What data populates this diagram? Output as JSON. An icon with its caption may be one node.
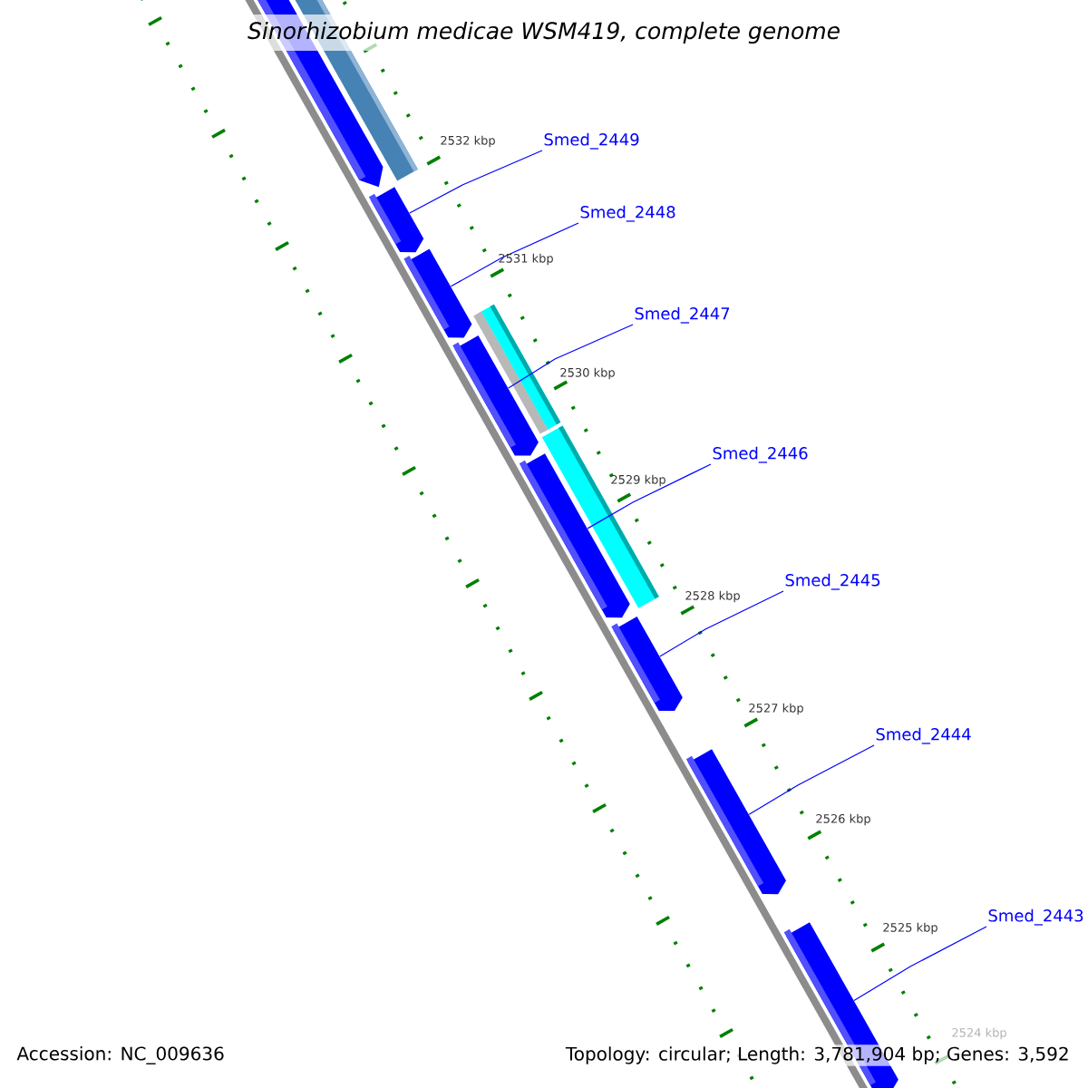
{
  "diagram": {
    "title": "Sinorhizobium medicae WSM419, complete genome",
    "nodes": [
      {
        "text": [
          "Smed_2449"
        ]
      },
      {
        "text": [
          "Smed_2448"
        ]
      },
      {
        "text": [
          "Smed_2447"
        ]
      },
      {
        "text": [
          "Smed_2446"
        ]
      },
      {
        "text": [
          "Smed_2445"
        ]
      },
      {
        "text": [
          "Smed_2444"
        ]
      },
      {
        "text": [
          "Smed_2443"
        ]
      },
      {
        "text": [],
        "shape": "arrow"
      },
      {
        "text": [],
        "shape": "arrow"
      },
      {
        "text": [],
        "shape": "arrow"
      },
      {
        "text": [],
        "shape": "arrow"
      },
      {
        "text": [],
        "shape": "arrow"
      },
      {
        "text": [],
        "shape": "arrow"
      },
      {
        "text": [],
        "shape": "arrow"
      }
    ],
    "edges": [
      {
        "from": 0,
        "to": 7,
        "arrow": "none"
      },
      {
        "from": 1,
        "to": 8,
        "arrow": "none"
      },
      {
        "from": 2,
        "to": 9,
        "arrow": "none"
      },
      {
        "from": 3,
        "to": 10,
        "arrow": "none"
      },
      {
        "from": 4,
        "to": 11,
        "arrow": "none"
      },
      {
        "from": 5,
        "to": 12,
        "arrow": "none"
      },
      {
        "from": 6,
        "to": 13,
        "arrow": "none"
      }
    ],
    "labels": [
      "2532 kbp",
      "2531 kbp",
      "2530 kbp",
      "2529 kbp",
      "2528 kbp",
      "2527 kbp",
      "2526 kbp",
      "2525 kbp",
      "2524 kbp",
      "Accession: NC_009636",
      "Topology: circular; Length: 3,781,904 bp; Genes: 3,592"
    ]
  }
}
